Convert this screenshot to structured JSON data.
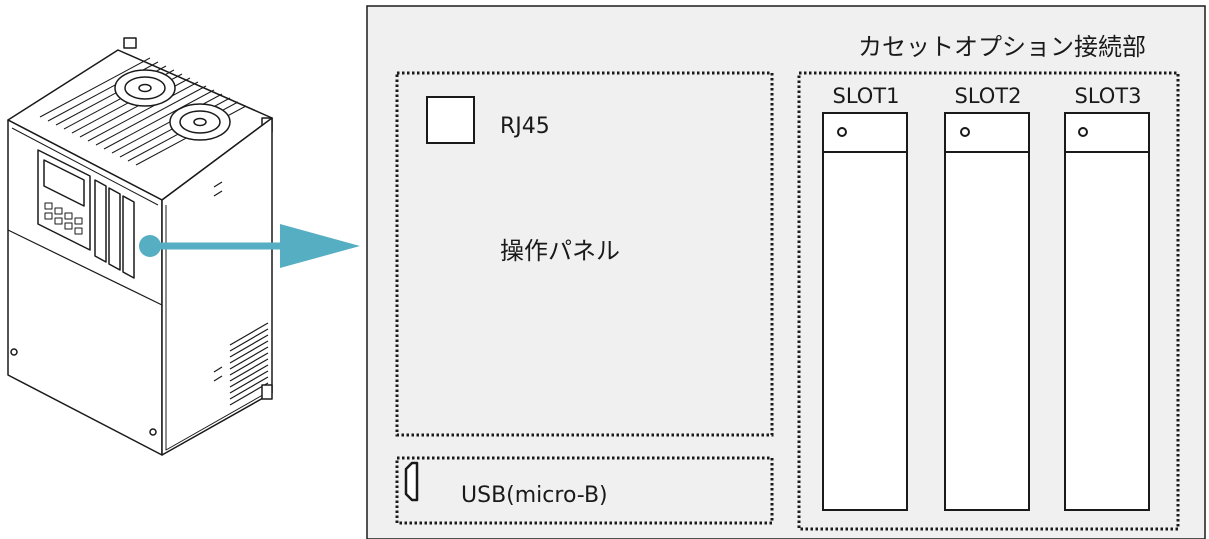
{
  "cassette_section": {
    "label": "カセットオプション接続部"
  },
  "operation_panel": {
    "label": "操作パネル",
    "rj45_label": "RJ45",
    "usb_label": "USB(micro-B)"
  },
  "slots": [
    {
      "label": "SLOT1"
    },
    {
      "label": "SLOT2"
    },
    {
      "label": "SLOT3"
    }
  ],
  "colors": {
    "arrow": "#56aec3",
    "panel_background": "#f0f0f0",
    "outline": "#1a1a1a"
  },
  "icons": [
    "inverter-device-illustration",
    "rj45-port-icon",
    "usb-micro-b-port-icon",
    "slot-connector-icon"
  ]
}
